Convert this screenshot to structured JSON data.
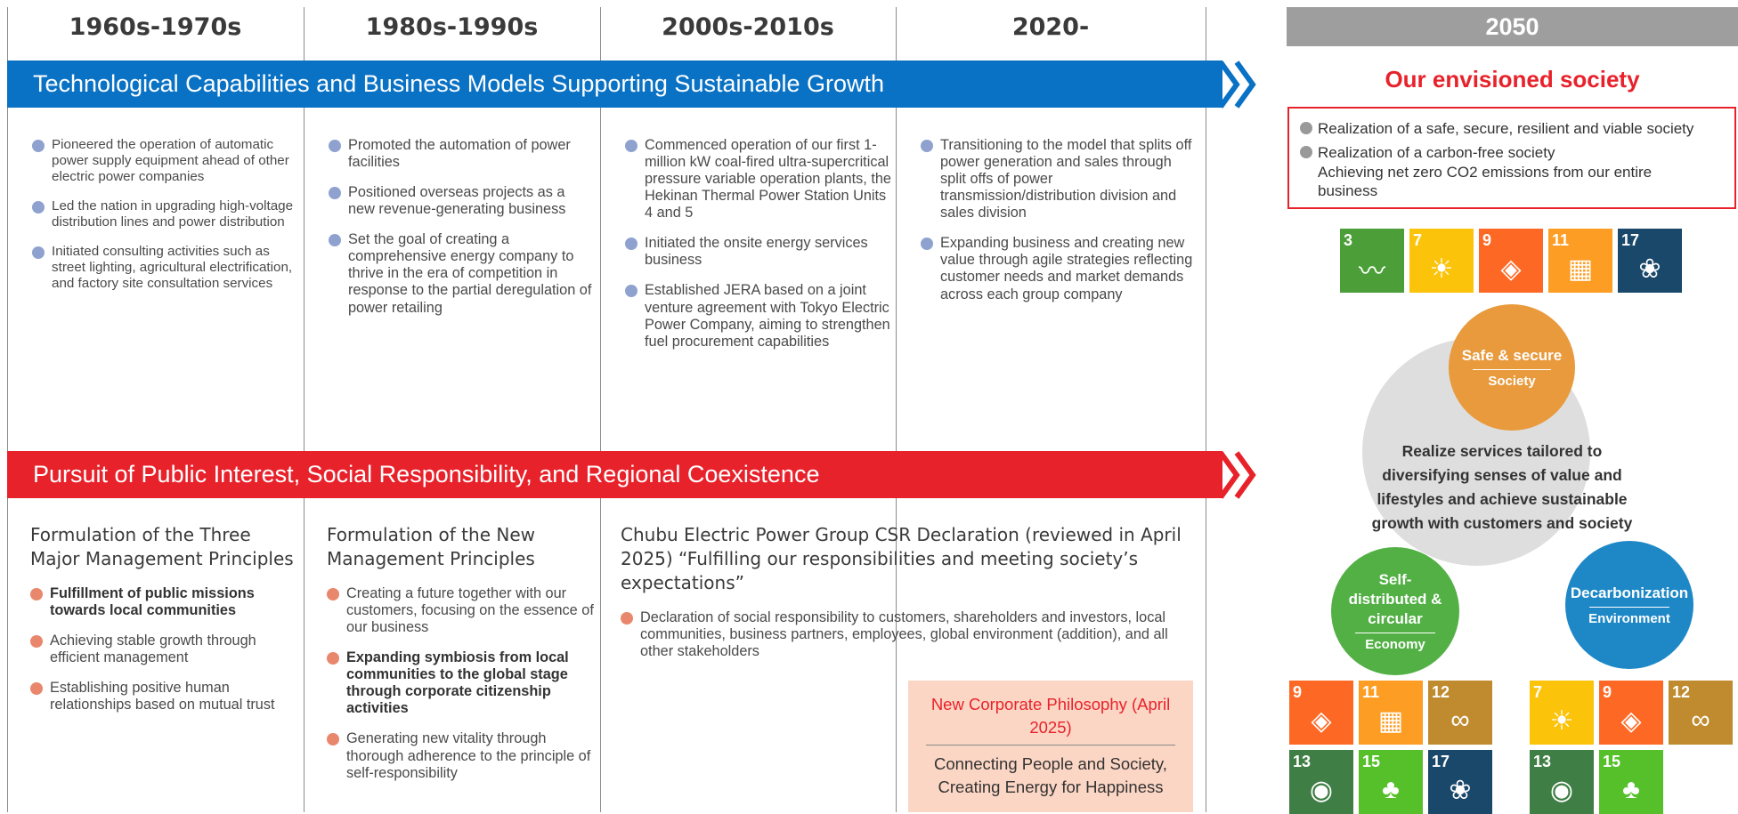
{
  "eras": [
    "1960s-1970s",
    "1980s-1990s",
    "2000s-2010s",
    "2020-"
  ],
  "future_era": "2050",
  "banner_tech": "Technological Capabilities and Business Models Supporting Sustainable Growth",
  "banner_public": "Pursuit of Public Interest, Social Responsibility, and Regional Coexistence",
  "tech_columns": [
    {
      "items": [
        "Pioneered the operation of automatic power supply equipment ahead of other electric power companies",
        "Led the nation in upgrading high-voltage distribution lines and power distribution",
        "Initiated consulting activities such as street lighting, agricultural electrification, and factory site consultation services"
      ]
    },
    {
      "items": [
        "Promoted the automation of power facilities",
        "Positioned overseas projects as a new revenue-generating business",
        "Set the goal of creating a comprehensive energy company to thrive in the era of competition in response to the partial deregulation of power retailing"
      ]
    },
    {
      "items": [
        "Commenced operation of our first 1-million kW coal-fired ultra-supercritical pressure variable operation plants, the Hekinan Thermal Power Station Units 4 and 5",
        "Initiated the onsite energy services business",
        "Established JERA based on a joint venture agreement with Tokyo Electric Power Company, aiming to strengthen fuel procurement capabilities"
      ]
    },
    {
      "items": [
        "Transitioning to the model that splits off power generation and sales through split offs of power transmission/distribution division and sales division",
        "Expanding business and creating new value through agile strategies reflecting customer needs and market demands across each group company"
      ]
    }
  ],
  "public_columns": [
    {
      "heading": "Formulation of the Three Major Management Principles",
      "items": [
        {
          "text": "Fulfillment of public missions towards local communities",
          "bold": true
        },
        {
          "text": "Achieving stable growth through efficient management",
          "bold": false
        },
        {
          "text": "Establishing positive human relationships based on mutual trust",
          "bold": false
        }
      ]
    },
    {
      "heading": "Formulation of the New Management Principles",
      "items": [
        {
          "text": "Creating a future together with our customers, focusing on the essence of our business",
          "bold": false
        },
        {
          "text": "Expanding symbiosis from local communities to the global stage through corporate citizenship activities",
          "bold": true
        },
        {
          "text": "Generating new vitality through thorough adherence to the principle of self-responsibility",
          "bold": false
        }
      ]
    },
    {
      "heading": "Chubu Electric Power Group CSR Declaration (reviewed in April 2025) “Fulfilling our responsibilities and meeting society’s expectations”",
      "items": [
        {
          "text": "Declaration of social responsibility to customers, shareholders and investors, local communities, business partners, employees, global environment (addition), and all other stakeholders",
          "bold": false
        }
      ]
    }
  ],
  "philosophy": {
    "title": "New Corporate Philosophy (April 2025)",
    "body": "Connecting People and Society, Creating Energy for Happiness"
  },
  "society": {
    "title": "Our envisioned society",
    "items": [
      "Realization of a safe, secure, resilient and viable society",
      "Realization of a carbon-free society",
      "Achieving net zero CO2 emissions from our entire business"
    ],
    "center_text": "Realize services tailored to diversifying senses of value and lifestyles and achieve sustainable growth with customers and society",
    "circles": [
      {
        "title": "Safe & secure",
        "sub": "Society"
      },
      {
        "title": "Self-distributed & circular",
        "sub": "Economy"
      },
      {
        "title": "Decarbonization",
        "sub": "Environment"
      }
    ]
  },
  "colors": {
    "tech_banner": "#0a72c4",
    "public_banner": "#e8222b",
    "future_header": "#9e9e9e",
    "orange_circle": "#e89a3c",
    "green_circle": "#52b045",
    "blue_circle": "#1e88c7",
    "philosophy_bg": "#fcd6c4"
  },
  "sdg_top": [
    {
      "num": "3",
      "color": "#4c9f38",
      "icon": "heart-pulse-icon"
    },
    {
      "num": "7",
      "color": "#fcc30b",
      "icon": "sun-icon"
    },
    {
      "num": "9",
      "color": "#fd6925",
      "icon": "cubes-icon"
    },
    {
      "num": "11",
      "color": "#fd9d24",
      "icon": "city-icon"
    },
    {
      "num": "17",
      "color": "#19486a",
      "icon": "flower-icon"
    }
  ],
  "sdg_left": [
    {
      "num": "9",
      "color": "#fd6925",
      "icon": "cubes-icon"
    },
    {
      "num": "11",
      "color": "#fd9d24",
      "icon": "city-icon"
    },
    {
      "num": "12",
      "color": "#bf8b2e",
      "icon": "infinity-icon"
    },
    {
      "num": "13",
      "color": "#3f7e44",
      "icon": "eye-icon"
    },
    {
      "num": "15",
      "color": "#56c02b",
      "icon": "tree-icon"
    },
    {
      "num": "17",
      "color": "#19486a",
      "icon": "flower-icon"
    }
  ],
  "sdg_right": [
    {
      "num": "7",
      "color": "#fcc30b",
      "icon": "sun-icon"
    },
    {
      "num": "9",
      "color": "#fd6925",
      "icon": "cubes-icon"
    },
    {
      "num": "12",
      "color": "#bf8b2e",
      "icon": "infinity-icon"
    },
    {
      "num": "13",
      "color": "#3f7e44",
      "icon": "eye-icon"
    },
    {
      "num": "15",
      "color": "#56c02b",
      "icon": "tree-icon"
    }
  ]
}
